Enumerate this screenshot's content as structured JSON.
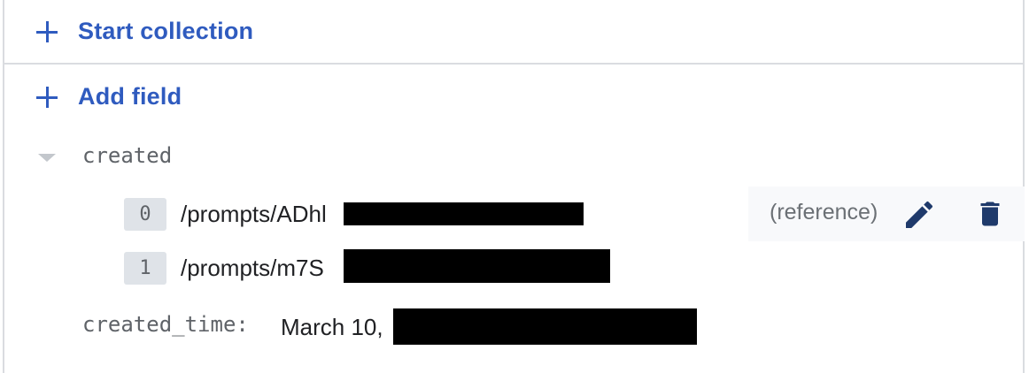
{
  "actions": {
    "start_collection": "Start collection",
    "add_field": "Add field"
  },
  "field": {
    "name": "created",
    "items": [
      {
        "index": "0",
        "value": "/prompts/ADhl"
      },
      {
        "index": "1",
        "value": "/prompts/m7S"
      }
    ],
    "type_label": "(reference)"
  },
  "created_time": {
    "name": "created_time:",
    "value": "March 10,"
  },
  "icons": {
    "edit": "pencil-icon",
    "delete": "trash-icon",
    "add": "plus-icon",
    "expand": "triangle-down-icon"
  },
  "colors": {
    "accent": "#2f5bbf",
    "icon": "#1f3a6b"
  }
}
